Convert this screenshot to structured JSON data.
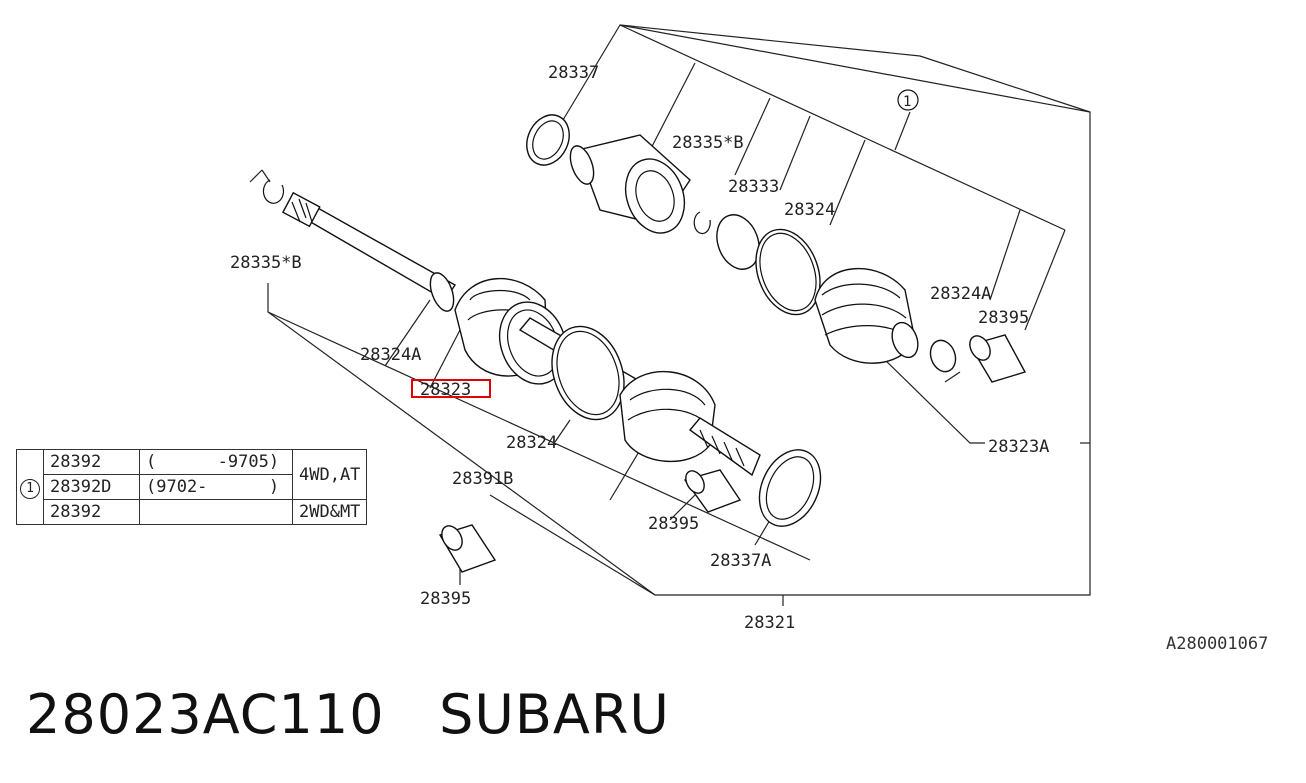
{
  "diagram": {
    "callouts": {
      "c28337": "28337",
      "c28335b_top": "28335*B",
      "c28333": "28333",
      "c28324_top": "28324",
      "c28324a_right": "28324A",
      "c28395_right": "28395",
      "c28323a": "28323A",
      "c28335b_left": "28335*B",
      "c28324a_left": "28324A",
      "c28323": "28323",
      "c28324_mid": "28324",
      "c28391b": "28391B",
      "c28395_mid": "28395",
      "c28337a": "28337A",
      "c28395_bottom": "28395",
      "c28321": "28321",
      "circle_ref": "1"
    },
    "highlight_color": "#e00000"
  },
  "table": {
    "ref": "1",
    "rows": [
      {
        "part": "28392",
        "range": "(      -9705)",
        "spec": "4WD,AT"
      },
      {
        "part": "28392D",
        "range": "(9702-      )",
        "spec": ""
      },
      {
        "part": "28392",
        "range": "",
        "spec": "2WD&MT"
      }
    ]
  },
  "ref_code": "A280001067",
  "footer": {
    "part_number": "28023AC110",
    "brand": "SUBARU"
  }
}
